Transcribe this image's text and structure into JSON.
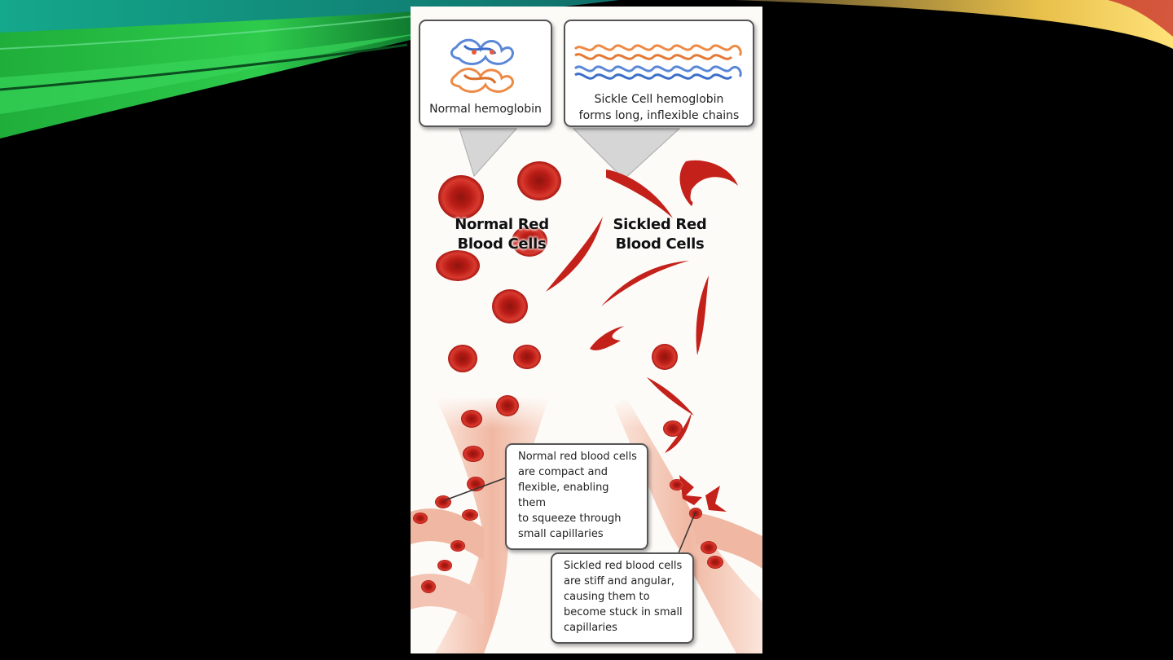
{
  "callouts": {
    "normal_hemoglobin": "Normal hemoglobin",
    "sickle_hemoglobin_line1": "Sickle Cell hemoglobin",
    "sickle_hemoglobin_line2": "forms long, inflexible chains"
  },
  "headings": {
    "normal_line1": "Normal Red",
    "normal_line2": "Blood Cells",
    "sickled_line1": "Sickled Red",
    "sickled_line2": "Blood Cells"
  },
  "notes": {
    "normal": [
      "Normal red blood cells",
      "are compact and",
      "flexible, enabling them",
      "to squeeze through",
      "small capillaries"
    ],
    "sickled": [
      "Sickled red blood cells",
      "are stiff and angular,",
      "causing them to",
      "become stuck in small",
      "capillaries"
    ]
  },
  "colors": {
    "background": "#000000",
    "cell_red": "#c4211b",
    "vessel": "#f3c4b4",
    "protein_blue": "#5b88d6",
    "protein_orange": "#ee8a45"
  }
}
